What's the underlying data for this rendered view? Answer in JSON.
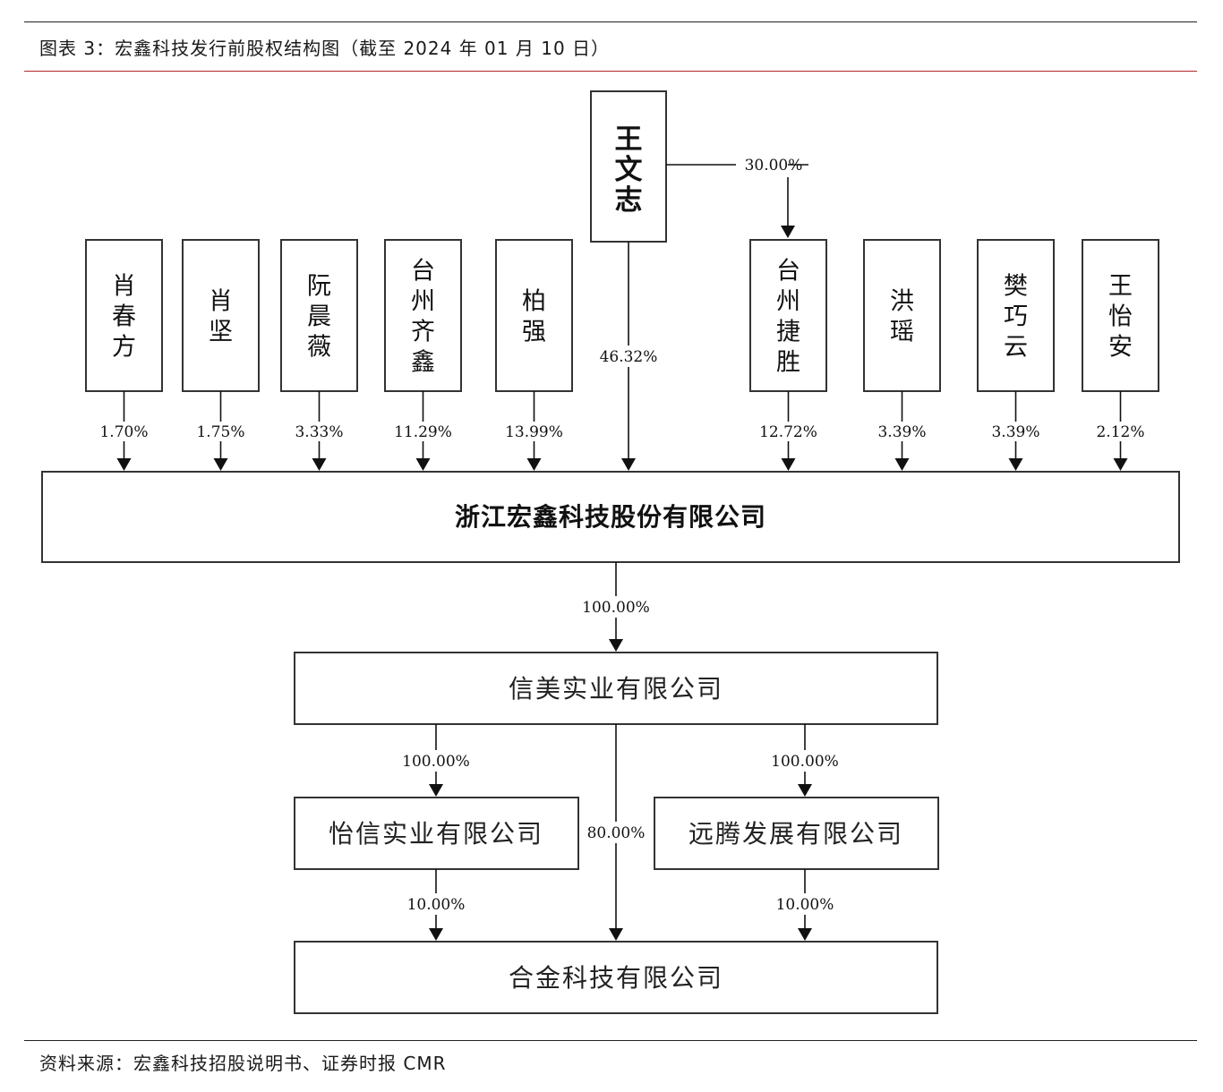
{
  "header": {
    "caption": "图表 3：宏鑫科技发行前股权结构图（截至 2024 年 01 月 10 日）"
  },
  "footer": {
    "source": "资料来源：宏鑫科技招股说明书、证券时报 CMR"
  },
  "diagram": {
    "controller": {
      "name": "王文志"
    },
    "shareholders": [
      {
        "name": "肖春方",
        "pct": "1.70%"
      },
      {
        "name": "肖坚",
        "pct": "1.75%"
      },
      {
        "name": "阮晨薇",
        "pct": "3.33%"
      },
      {
        "name": "台州齐鑫",
        "pct": "11.29%"
      },
      {
        "name": "柏强",
        "pct": "13.99%"
      },
      {
        "name": "台州捷胜",
        "pct": "12.72%"
      },
      {
        "name": "洪瑶",
        "pct": "3.39%"
      },
      {
        "name": "樊巧云",
        "pct": "3.39%"
      },
      {
        "name": "王怡安",
        "pct": "2.12%"
      }
    ],
    "controller_direct_pct": "46.32%",
    "controller_to_jiesheng_pct": "30.00%",
    "company": {
      "name": "浙江宏鑫科技股份有限公司"
    },
    "company_to_xinmei_pct": "100.00%",
    "xinmei": {
      "name": "信美实业有限公司"
    },
    "xinmei_to_yixin_pct": "100.00%",
    "xinmei_to_yuanteng_pct": "100.00%",
    "xinmei_to_hejin_pct": "80.00%",
    "yixin": {
      "name": "怡信实业有限公司"
    },
    "yuanteng": {
      "name": "远腾发展有限公司"
    },
    "yixin_to_hejin_pct": "10.00%",
    "yuanteng_to_hejin_pct": "10.00%",
    "hejin": {
      "name": "合金科技有限公司"
    }
  }
}
